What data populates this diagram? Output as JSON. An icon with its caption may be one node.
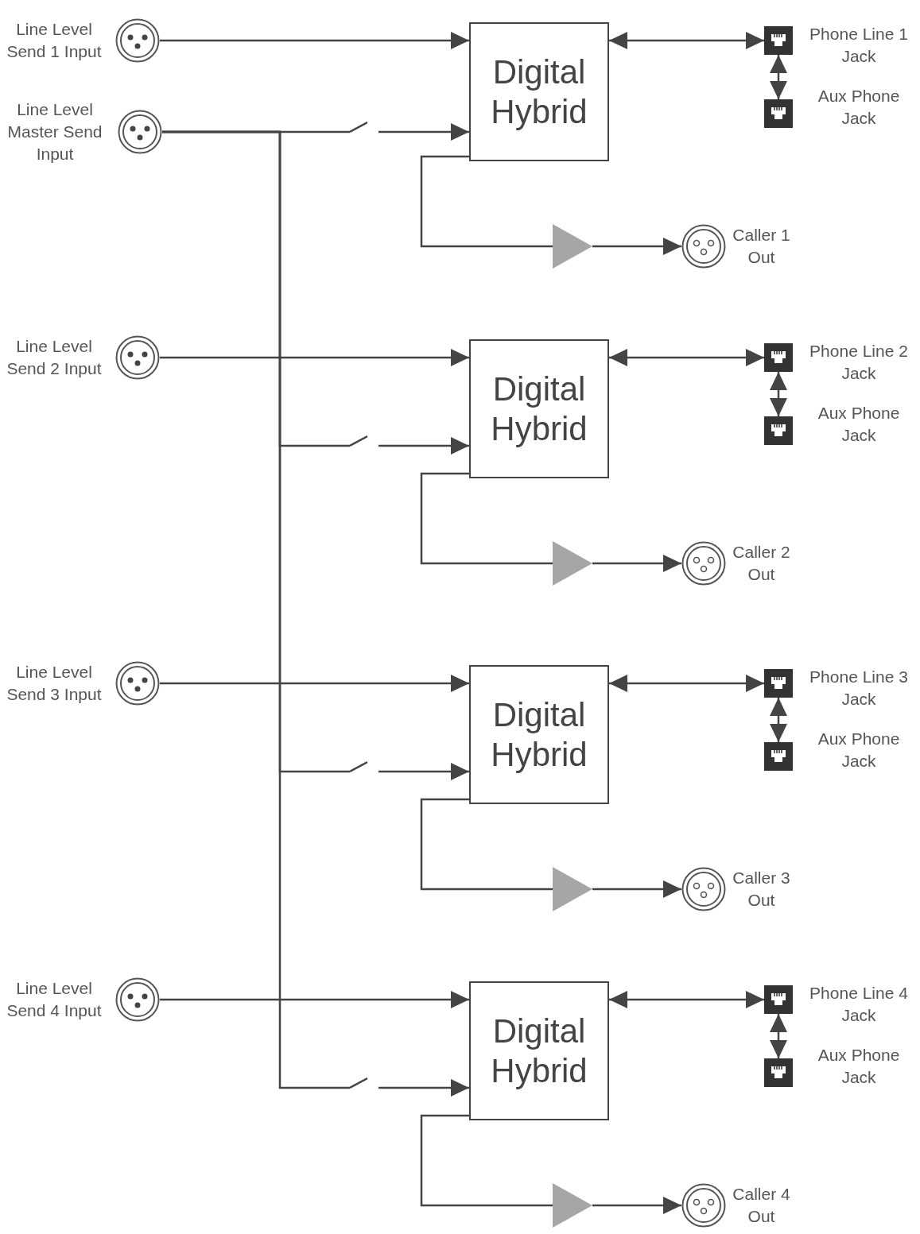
{
  "diagram": {
    "nodes": [
      {
        "text": [],
        "shape": "circle",
        "beside": [
          "Line Level Send 1 Input"
        ]
      },
      {
        "text": [
          "Digital Hybrid"
        ]
      },
      {
        "text": [],
        "shape": "box",
        "beside": [
          "Phone Line 1 Jack"
        ]
      },
      {
        "text": [],
        "shape": "box",
        "beside": [
          "Aux Phone Jack"
        ]
      },
      {
        "text": [],
        "shape": "circle",
        "beside": [
          "Line Level Master Send Input"
        ]
      },
      {
        "text": [],
        "shape": "switch"
      },
      {
        "text": [],
        "shape": "triangle"
      },
      {
        "text": [],
        "shape": "circle",
        "beside": [
          "Caller 1 Out"
        ]
      },
      {
        "text": [],
        "shape": "circle",
        "beside": [
          "Line Level Send 2 Input"
        ]
      },
      {
        "text": [
          "Digital Hybrid"
        ]
      },
      {
        "text": [],
        "shape": "box",
        "beside": [
          "Phone Line 2 Jack"
        ]
      },
      {
        "text": [],
        "shape": "box",
        "beside": [
          "Aux Phone Jack"
        ]
      },
      {
        "text": [],
        "shape": "switch"
      },
      {
        "text": [],
        "shape": "triangle"
      },
      {
        "text": [],
        "shape": "circle",
        "beside": [
          "Caller 2 Out"
        ]
      },
      {
        "text": [],
        "shape": "circle",
        "beside": [
          "Line Level Send 3 Input"
        ]
      },
      {
        "text": [
          "Digital Hybrid"
        ]
      },
      {
        "text": [],
        "shape": "box",
        "beside": [
          "Phone Line 3 Jack"
        ]
      },
      {
        "text": [],
        "shape": "box",
        "beside": [
          "Aux Phone Jack"
        ]
      },
      {
        "text": [],
        "shape": "switch"
      },
      {
        "text": [],
        "shape": "triangle"
      },
      {
        "text": [],
        "shape": "circle",
        "beside": [
          "Caller 3 Out"
        ]
      },
      {
        "text": [],
        "shape": "circle",
        "beside": [
          "Line Level Send 4 Input"
        ]
      },
      {
        "text": [
          "Digital Hybrid"
        ]
      },
      {
        "text": [],
        "shape": "box",
        "beside": [
          "Phone Line 4 Jack"
        ]
      },
      {
        "text": [],
        "shape": "box",
        "beside": [
          "Aux Phone Jack"
        ]
      },
      {
        "text": [],
        "shape": "switch"
      },
      {
        "text": [],
        "shape": "triangle"
      },
      {
        "text": [],
        "shape": "circle",
        "beside": [
          "Caller 4 Out"
        ]
      }
    ],
    "edges": [
      {
        "from": 0,
        "to": 1,
        "arrow": "to"
      },
      {
        "from": 1,
        "to": 2,
        "arrow": "both"
      },
      {
        "from": 2,
        "to": 3,
        "arrow": "both"
      },
      {
        "from": 4,
        "to": 5,
        "arrow": "none"
      },
      {
        "from": 5,
        "to": 1,
        "arrow": "to"
      },
      {
        "from": 1,
        "to": 6,
        "arrow": "none"
      },
      {
        "from": 6,
        "to": 7,
        "arrow": "to"
      },
      {
        "from": 8,
        "to": 9,
        "arrow": "to"
      },
      {
        "from": 9,
        "to": 10,
        "arrow": "both"
      },
      {
        "from": 10,
        "to": 11,
        "arrow": "both"
      },
      {
        "from": 4,
        "to": 12,
        "arrow": "none"
      },
      {
        "from": 12,
        "to": 9,
        "arrow": "to"
      },
      {
        "from": 9,
        "to": 13,
        "arrow": "none"
      },
      {
        "from": 13,
        "to": 14,
        "arrow": "to"
      },
      {
        "from": 15,
        "to": 16,
        "arrow": "to"
      },
      {
        "from": 16,
        "to": 17,
        "arrow": "both"
      },
      {
        "from": 17,
        "to": 18,
        "arrow": "both"
      },
      {
        "from": 4,
        "to": 19,
        "arrow": "none"
      },
      {
        "from": 19,
        "to": 16,
        "arrow": "to"
      },
      {
        "from": 16,
        "to": 20,
        "arrow": "none"
      },
      {
        "from": 20,
        "to": 21,
        "arrow": "to"
      },
      {
        "from": 22,
        "to": 23,
        "arrow": "to"
      },
      {
        "from": 23,
        "to": 24,
        "arrow": "both"
      },
      {
        "from": 24,
        "to": 25,
        "arrow": "both"
      },
      {
        "from": 4,
        "to": 26,
        "arrow": "none"
      },
      {
        "from": 26,
        "to": 23,
        "arrow": "to"
      },
      {
        "from": 23,
        "to": 27,
        "arrow": "none"
      },
      {
        "from": 27,
        "to": 28,
        "arrow": "to"
      }
    ]
  }
}
